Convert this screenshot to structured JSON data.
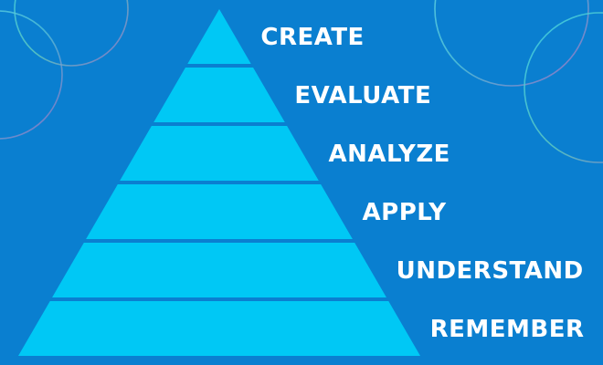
{
  "colors": {
    "background": "#0a7fd0",
    "tier_fill": "#00c8f5",
    "label_text": "#ffffff"
  },
  "pyramid": {
    "levels": [
      {
        "label": "CREATE"
      },
      {
        "label": "EVALUATE"
      },
      {
        "label": "ANALYZE"
      },
      {
        "label": "APPLY"
      },
      {
        "label": "UNDERSTAND"
      },
      {
        "label": "REMEMBER"
      }
    ]
  }
}
